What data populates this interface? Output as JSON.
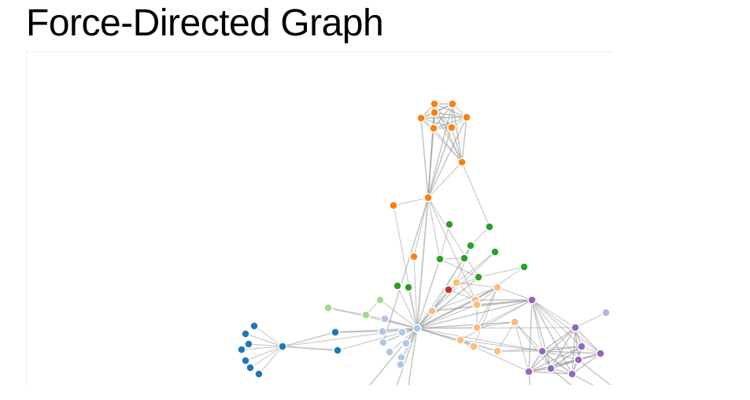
{
  "page": {
    "title": "Force-Directed Graph"
  },
  "chart_data": {
    "type": "force-directed-graph",
    "link_color": "#999999",
    "node_stroke": "#ffffff",
    "groups": {
      "1": "#1f77b4",
      "2": "#aec7e8",
      "3": "#ff7f0e",
      "4": "#ffbb78",
      "5": "#2ca02c",
      "6": "#98df8a",
      "7": "#d62728",
      "8": "#ff9896",
      "9": "#9467bd",
      "10": "#c5b0d5"
    },
    "nodes": [
      {
        "id": "O1",
        "group": 3
      },
      {
        "id": "O2",
        "group": 3
      },
      {
        "id": "O3",
        "group": 3
      },
      {
        "id": "O4",
        "group": 3
      },
      {
        "id": "O5",
        "group": 3
      },
      {
        "id": "O6",
        "group": 3
      },
      {
        "id": "O7",
        "group": 3
      },
      {
        "id": "O8",
        "group": 3
      },
      {
        "id": "O9",
        "group": 3
      },
      {
        "id": "O10",
        "group": 3
      },
      {
        "id": "O11",
        "group": 3
      },
      {
        "id": "G1",
        "group": 5
      },
      {
        "id": "G2",
        "group": 5
      },
      {
        "id": "G3",
        "group": 5
      },
      {
        "id": "G4",
        "group": 5
      },
      {
        "id": "G5",
        "group": 5
      },
      {
        "id": "G6",
        "group": 5
      },
      {
        "id": "G7",
        "group": 5
      },
      {
        "id": "G8",
        "group": 5
      },
      {
        "id": "G9",
        "group": 5
      },
      {
        "id": "G10",
        "group": 5
      },
      {
        "id": "R1",
        "group": 7
      },
      {
        "id": "LG1",
        "group": 6
      },
      {
        "id": "LG2",
        "group": 6
      },
      {
        "id": "LG3",
        "group": 6
      },
      {
        "id": "LB0",
        "group": 2
      },
      {
        "id": "LB1",
        "group": 2
      },
      {
        "id": "LB2",
        "group": 2
      },
      {
        "id": "LB3",
        "group": 2
      },
      {
        "id": "LB4",
        "group": 2
      },
      {
        "id": "LB5",
        "group": 2
      },
      {
        "id": "LB6",
        "group": 2
      },
      {
        "id": "LB7",
        "group": 2
      },
      {
        "id": "LB8",
        "group": 2
      },
      {
        "id": "B0",
        "group": 1
      },
      {
        "id": "B1",
        "group": 1
      },
      {
        "id": "B2",
        "group": 1
      },
      {
        "id": "B3",
        "group": 1
      },
      {
        "id": "B4",
        "group": 1
      },
      {
        "id": "B5",
        "group": 1
      },
      {
        "id": "B6",
        "group": 1
      },
      {
        "id": "B7",
        "group": 1
      },
      {
        "id": "B8",
        "group": 1
      },
      {
        "id": "B9",
        "group": 1
      },
      {
        "id": "LO1",
        "group": 4
      },
      {
        "id": "LO2",
        "group": 4
      },
      {
        "id": "LO3",
        "group": 4
      },
      {
        "id": "LO4",
        "group": 4
      },
      {
        "id": "LO5",
        "group": 4
      },
      {
        "id": "LO6",
        "group": 4
      },
      {
        "id": "LO7",
        "group": 4
      },
      {
        "id": "LO8",
        "group": 4
      },
      {
        "id": "LO9",
        "group": 4
      },
      {
        "id": "LO10",
        "group": 4
      },
      {
        "id": "P0",
        "group": 9
      },
      {
        "id": "P1",
        "group": 9
      },
      {
        "id": "P2",
        "group": 9
      },
      {
        "id": "P3",
        "group": 9
      },
      {
        "id": "P4",
        "group": 9
      },
      {
        "id": "P5",
        "group": 9
      },
      {
        "id": "P6",
        "group": 9
      },
      {
        "id": "P7",
        "group": 9
      },
      {
        "id": "P8",
        "group": 9
      },
      {
        "id": "LP1",
        "group": 10
      }
    ],
    "links": [
      [
        "O1",
        "O2",
        2
      ],
      [
        "O1",
        "O3",
        2
      ],
      [
        "O1",
        "O4",
        2
      ],
      [
        "O1",
        "O5",
        1
      ],
      [
        "O1",
        "O6",
        1
      ],
      [
        "O1",
        "O7",
        2
      ],
      [
        "O2",
        "O3",
        2
      ],
      [
        "O2",
        "O4",
        1
      ],
      [
        "O2",
        "O5",
        2
      ],
      [
        "O2",
        "O6",
        1
      ],
      [
        "O2",
        "O7",
        2
      ],
      [
        "O3",
        "O4",
        2
      ],
      [
        "O3",
        "O5",
        1
      ],
      [
        "O3",
        "O6",
        2
      ],
      [
        "O3",
        "O7",
        2
      ],
      [
        "O4",
        "O5",
        2
      ],
      [
        "O4",
        "O6",
        1
      ],
      [
        "O4",
        "O7",
        2
      ],
      [
        "O5",
        "O6",
        2
      ],
      [
        "O5",
        "O7",
        2
      ],
      [
        "O6",
        "O7",
        1
      ],
      [
        "O1",
        "O8",
        2
      ],
      [
        "O2",
        "O8",
        2
      ],
      [
        "O3",
        "O8",
        1
      ],
      [
        "O4",
        "O8",
        2
      ],
      [
        "O5",
        "O8",
        1
      ],
      [
        "O6",
        "O8",
        2
      ],
      [
        "O7",
        "O8",
        1
      ],
      [
        "O1",
        "O9",
        2
      ],
      [
        "O2",
        "O9",
        2
      ],
      [
        "O3",
        "O9",
        2
      ],
      [
        "O4",
        "O9",
        2
      ],
      [
        "O5",
        "O9",
        2
      ],
      [
        "O6",
        "O9",
        2
      ],
      [
        "O7",
        "O9",
        1
      ],
      [
        "O8",
        "O9",
        1
      ],
      [
        "O9",
        "O10",
        1
      ],
      [
        "O9",
        "O11",
        1
      ],
      [
        "O8",
        "G2",
        1
      ],
      [
        "O9",
        "LB0",
        3
      ],
      [
        "O9",
        "LB2",
        2
      ],
      [
        "O9",
        "G3",
        1
      ],
      [
        "O9",
        "G6",
        1
      ],
      [
        "O9",
        "LO3",
        1
      ],
      [
        "O10",
        "LB0",
        1
      ],
      [
        "O11",
        "LB0",
        1
      ],
      [
        "G1",
        "G3",
        1
      ],
      [
        "G3",
        "G4",
        1
      ],
      [
        "G4",
        "G5",
        1
      ],
      [
        "G3",
        "G6",
        1
      ],
      [
        "G6",
        "G7",
        1
      ],
      [
        "G2",
        "G5",
        1
      ],
      [
        "G3",
        "LB0",
        2
      ],
      [
        "G4",
        "LB0",
        1
      ],
      [
        "G6",
        "LB0",
        2
      ],
      [
        "G5",
        "LO1",
        1
      ],
      [
        "G5",
        "LO2",
        1
      ],
      [
        "G10",
        "LO1",
        1
      ],
      [
        "G8",
        "LB0",
        1
      ],
      [
        "G9",
        "LB0",
        1
      ],
      [
        "G7",
        "LO3",
        1
      ],
      [
        "G10",
        "LO2",
        1
      ],
      [
        "R1",
        "LB0",
        1
      ],
      [
        "R1",
        "G6",
        1
      ],
      [
        "R1",
        "LO3",
        1
      ],
      [
        "LG1",
        "LB0",
        1
      ],
      [
        "LG2",
        "LB0",
        1
      ],
      [
        "LG3",
        "LB0",
        1
      ],
      [
        "LG1",
        "LG3",
        1
      ],
      [
        "LG2",
        "LG3",
        1
      ],
      [
        "LB1",
        "LB0",
        1
      ],
      [
        "LB2",
        "LB0",
        2
      ],
      [
        "LB3",
        "LB0",
        1
      ],
      [
        "LB4",
        "LB0",
        1
      ],
      [
        "LB5",
        "LB0",
        1
      ],
      [
        "LB6",
        "LB0",
        1
      ],
      [
        "LB7",
        "LB0",
        1
      ],
      [
        "LB8",
        "LB0",
        1
      ],
      [
        "B0",
        "LB0",
        1
      ],
      [
        "B0",
        "B2",
        2
      ],
      [
        "B0",
        "B1",
        3
      ],
      [
        "B1",
        "LB0",
        1
      ],
      [
        "B2",
        "LB0",
        2
      ],
      [
        "B2",
        "LB3",
        1
      ],
      [
        "B0",
        "B3",
        1
      ],
      [
        "B0",
        "B4",
        1
      ],
      [
        "B0",
        "B5",
        1
      ],
      [
        "B0",
        "B6",
        1
      ],
      [
        "B0",
        "B7",
        1
      ],
      [
        "B0",
        "B8",
        1
      ],
      [
        "B0",
        "B9",
        1
      ],
      [
        "LB0",
        "LO1",
        2
      ],
      [
        "LB0",
        "LO2",
        1
      ],
      [
        "LB0",
        "LO3",
        2
      ],
      [
        "LB0",
        "LO4",
        2
      ],
      [
        "LB0",
        "LO5",
        1
      ],
      [
        "LB0",
        "LO6",
        1
      ],
      [
        "LB0",
        "LO7",
        2
      ],
      [
        "LB0",
        "LO8",
        1
      ],
      [
        "LB0",
        "LO9",
        1
      ],
      [
        "LB0",
        "LO10",
        1
      ],
      [
        "LB0",
        "P0",
        2
      ],
      [
        "LB0",
        "P1",
        1
      ],
      [
        "LB0",
        "P2",
        1
      ],
      [
        "LO1",
        "LO3",
        1
      ],
      [
        "LO1",
        "LO4",
        1
      ],
      [
        "LO2",
        "LO4",
        1
      ],
      [
        "LO3",
        "LO4",
        1
      ],
      [
        "LO4",
        "LO5",
        1
      ],
      [
        "LO5",
        "LO6",
        1
      ],
      [
        "LO4",
        "LO6",
        1
      ],
      [
        "LO6",
        "LO7",
        1
      ],
      [
        "LO8",
        "LO10",
        1
      ],
      [
        "LO7",
        "LO10",
        1
      ],
      [
        "LO4",
        "LO9",
        1
      ],
      [
        "LO9",
        "LO8",
        1
      ],
      [
        "LO2",
        "P0",
        3
      ],
      [
        "LO3",
        "P0",
        2
      ],
      [
        "LO4",
        "P0",
        1
      ],
      [
        "LO5",
        "P0",
        2
      ],
      [
        "LO6",
        "P0",
        1
      ],
      [
        "LO8",
        "P0",
        1
      ],
      [
        "LO7",
        "P1",
        1
      ],
      [
        "LO8",
        "P1",
        1
      ],
      [
        "LO10",
        "P1",
        1
      ],
      [
        "LO7",
        "P3",
        1
      ],
      [
        "LO9",
        "P3",
        1
      ],
      [
        "P0",
        "P2",
        1
      ],
      [
        "P0",
        "P3",
        2
      ],
      [
        "P0",
        "P1",
        1
      ],
      [
        "P0",
        "P4",
        1
      ],
      [
        "P0",
        "P5",
        2
      ],
      [
        "P0",
        "P6",
        1
      ],
      [
        "P0",
        "P7",
        2
      ],
      [
        "P0",
        "P8",
        1
      ],
      [
        "P1",
        "P2",
        2
      ],
      [
        "P1",
        "P3",
        3
      ],
      [
        "P1",
        "P4",
        2
      ],
      [
        "P1",
        "P5",
        3
      ],
      [
        "P1",
        "P6",
        2
      ],
      [
        "P1",
        "P7",
        3
      ],
      [
        "P1",
        "P8",
        2
      ],
      [
        "P2",
        "P3",
        2
      ],
      [
        "P2",
        "P4",
        3
      ],
      [
        "P2",
        "P5",
        2
      ],
      [
        "P2",
        "P6",
        3
      ],
      [
        "P2",
        "P7",
        2
      ],
      [
        "P2",
        "P8",
        2
      ],
      [
        "P3",
        "P4",
        2
      ],
      [
        "P3",
        "P5",
        2
      ],
      [
        "P3",
        "P6",
        1
      ],
      [
        "P3",
        "P7",
        2
      ],
      [
        "P3",
        "P8",
        2
      ],
      [
        "P4",
        "P5",
        3
      ],
      [
        "P4",
        "P6",
        2
      ],
      [
        "P4",
        "P7",
        2
      ],
      [
        "P4",
        "P8",
        1
      ],
      [
        "P5",
        "P6",
        2
      ],
      [
        "P5",
        "P7",
        2
      ],
      [
        "P5",
        "P8",
        2
      ],
      [
        "P6",
        "P7",
        1
      ],
      [
        "P6",
        "P8",
        2
      ],
      [
        "P7",
        "P8",
        2
      ],
      [
        "LP1",
        "P2",
        1
      ],
      [
        "LO7",
        "P5",
        1
      ],
      [
        "LO10",
        "P4",
        1
      ]
    ]
  }
}
